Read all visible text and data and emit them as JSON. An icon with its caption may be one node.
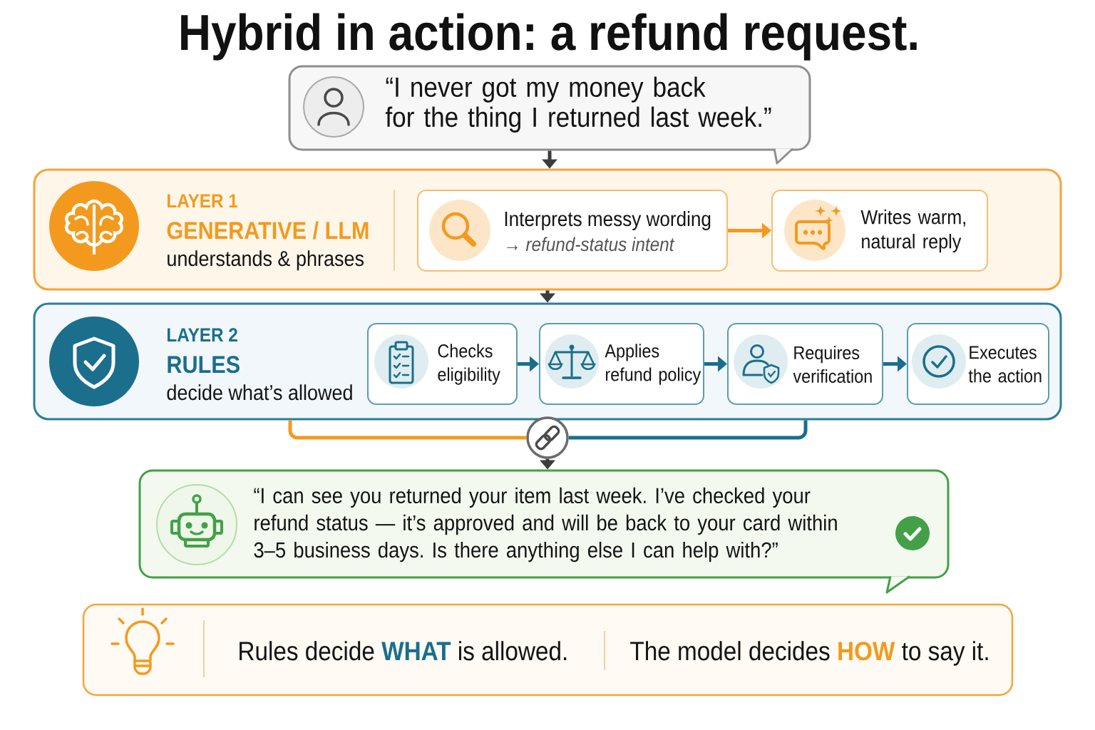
{
  "diagram": {
    "title": "Hybrid in action: a refund request.",
    "nodes": [
      {
        "text": [
          "“I never got my money back for the thing I returned last week.”"
        ]
      },
      {
        "text": [
          "LAYER 1",
          "GENERATIVE / LLM",
          "understands & phrases"
        ]
      },
      {
        "text": [
          "Interprets messy wording",
          "→ refund-status intent"
        ],
        "in": 1
      },
      {
        "text": [
          "Writes warm, natural reply"
        ],
        "in": 1
      },
      {
        "text": [
          "LAYER 2",
          "RULES",
          "decide what’s allowed"
        ]
      },
      {
        "text": [
          "Checks eligibility"
        ],
        "in": 4
      },
      {
        "text": [
          "Applies refund policy"
        ],
        "in": 4
      },
      {
        "text": [
          "Requires verification"
        ],
        "in": 4
      },
      {
        "text": [
          "Executes the action"
        ],
        "in": 4
      },
      {
        "text": [],
        "shape": "circle"
      },
      {
        "text": [
          "“I can see you returned your item last week. I’ve checked your refund status — it’s approved and will be back to your card within 3–5 business days. Is there anything else I can help with?”"
        ]
      },
      {
        "text": [
          "Rules decide **WHAT** is allowed.",
          "The model decides **HOW** to say it."
        ]
      }
    ],
    "edges": [
      {
        "from": 0,
        "to": 1,
        "arrow": "to"
      },
      {
        "from": 2,
        "to": 3,
        "arrow": "to",
        "color": "#f39a1e"
      },
      {
        "from": 1,
        "to": 4,
        "arrow": "to"
      },
      {
        "from": 5,
        "to": 6,
        "arrow": "to",
        "color": "#1b6e8c"
      },
      {
        "from": 6,
        "to": 7,
        "arrow": "to",
        "color": "#1b6e8c"
      },
      {
        "from": 7,
        "to": 8,
        "arrow": "to",
        "color": "#1b6e8c"
      },
      {
        "from": 4,
        "to": 9,
        "arrow": "none",
        "color": "#f39a1e"
      },
      {
        "from": 4,
        "to": 9,
        "arrow": "none",
        "color": "#1b6e8c"
      },
      {
        "from": 9,
        "to": 10,
        "arrow": "to"
      }
    ]
  }
}
